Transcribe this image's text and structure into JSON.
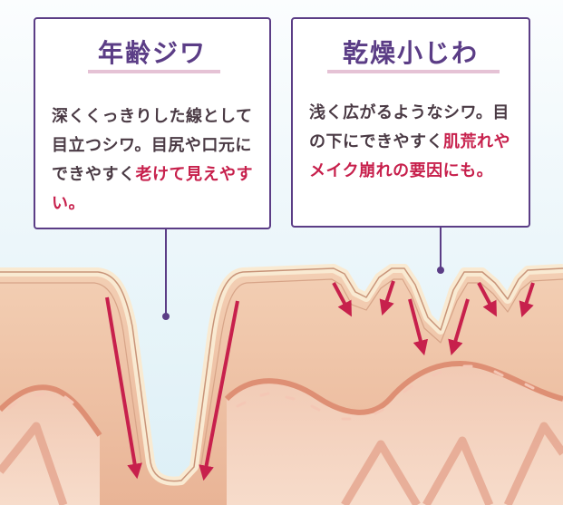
{
  "cards": [
    {
      "title": "年齢ジワ",
      "text_plain": "深くくっきりした線として目立つシワ。目尻や口元にできやすく",
      "text_highlight": "老けて見えやすい。"
    },
    {
      "title": "乾燥小じわ",
      "text_plain": "浅く広がるようなシワ。目の下にできやすく",
      "text_highlight": "肌荒れやメイク崩れの要因にも。"
    }
  ],
  "colors": {
    "frame": "#5b3d86",
    "highlight": "#c7204c",
    "skin": "#efc2a4",
    "arrow": "#c7204c"
  }
}
